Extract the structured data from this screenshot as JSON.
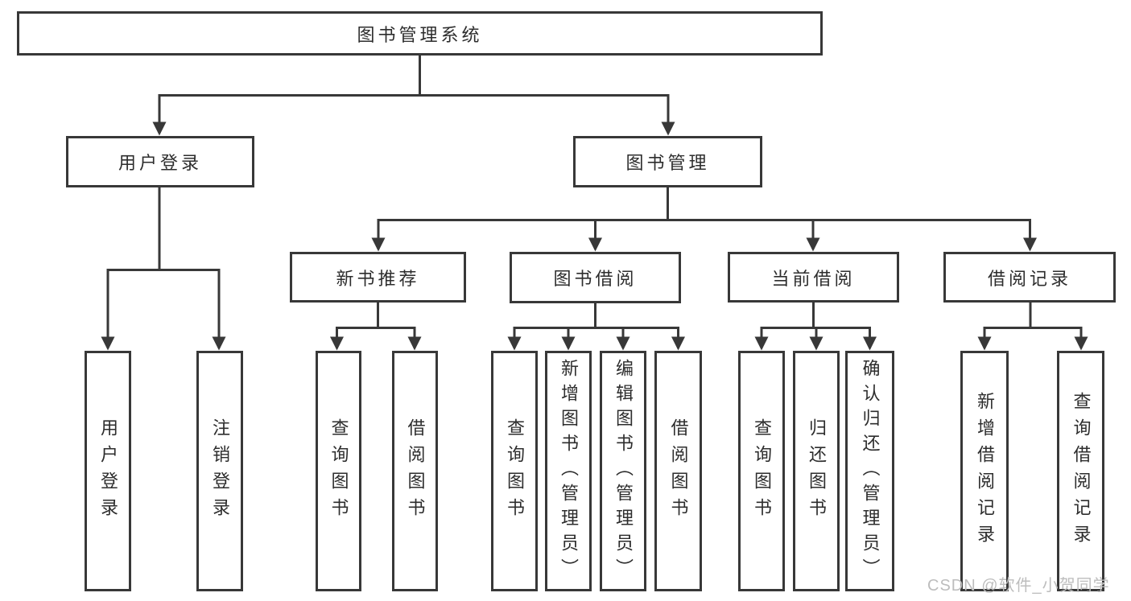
{
  "tree": {
    "root": {
      "label": "图书管理系统",
      "children": [
        {
          "label": "用户登录",
          "children": [
            {
              "label": "用户登录"
            },
            {
              "label": "注销登录"
            }
          ]
        },
        {
          "label": "图书管理",
          "children": [
            {
              "label": "新书推荐",
              "children": [
                {
                  "label": "查询图书"
                },
                {
                  "label": "借阅图书"
                }
              ]
            },
            {
              "label": "图书借阅",
              "children": [
                {
                  "label": "查询图书"
                },
                {
                  "label": "新增图书（管理员）"
                },
                {
                  "label": "编辑图书（管理员）"
                },
                {
                  "label": "借阅图书"
                }
              ]
            },
            {
              "label": "当前借阅",
              "children": [
                {
                  "label": "查询图书"
                },
                {
                  "label": "归还图书"
                },
                {
                  "label": "确认归还（管理员）"
                }
              ]
            },
            {
              "label": "借阅记录",
              "children": [
                {
                  "label": "新增借阅记录"
                },
                {
                  "label": "查询借阅记录"
                }
              ]
            }
          ]
        }
      ]
    }
  },
  "watermark": {
    "text": "CSDN @软件_小贺同学"
  },
  "colors": {
    "line": "#383838",
    "text": "#2d2d2d",
    "watermark": "#bdbdbd",
    "background": "#ffffff"
  }
}
